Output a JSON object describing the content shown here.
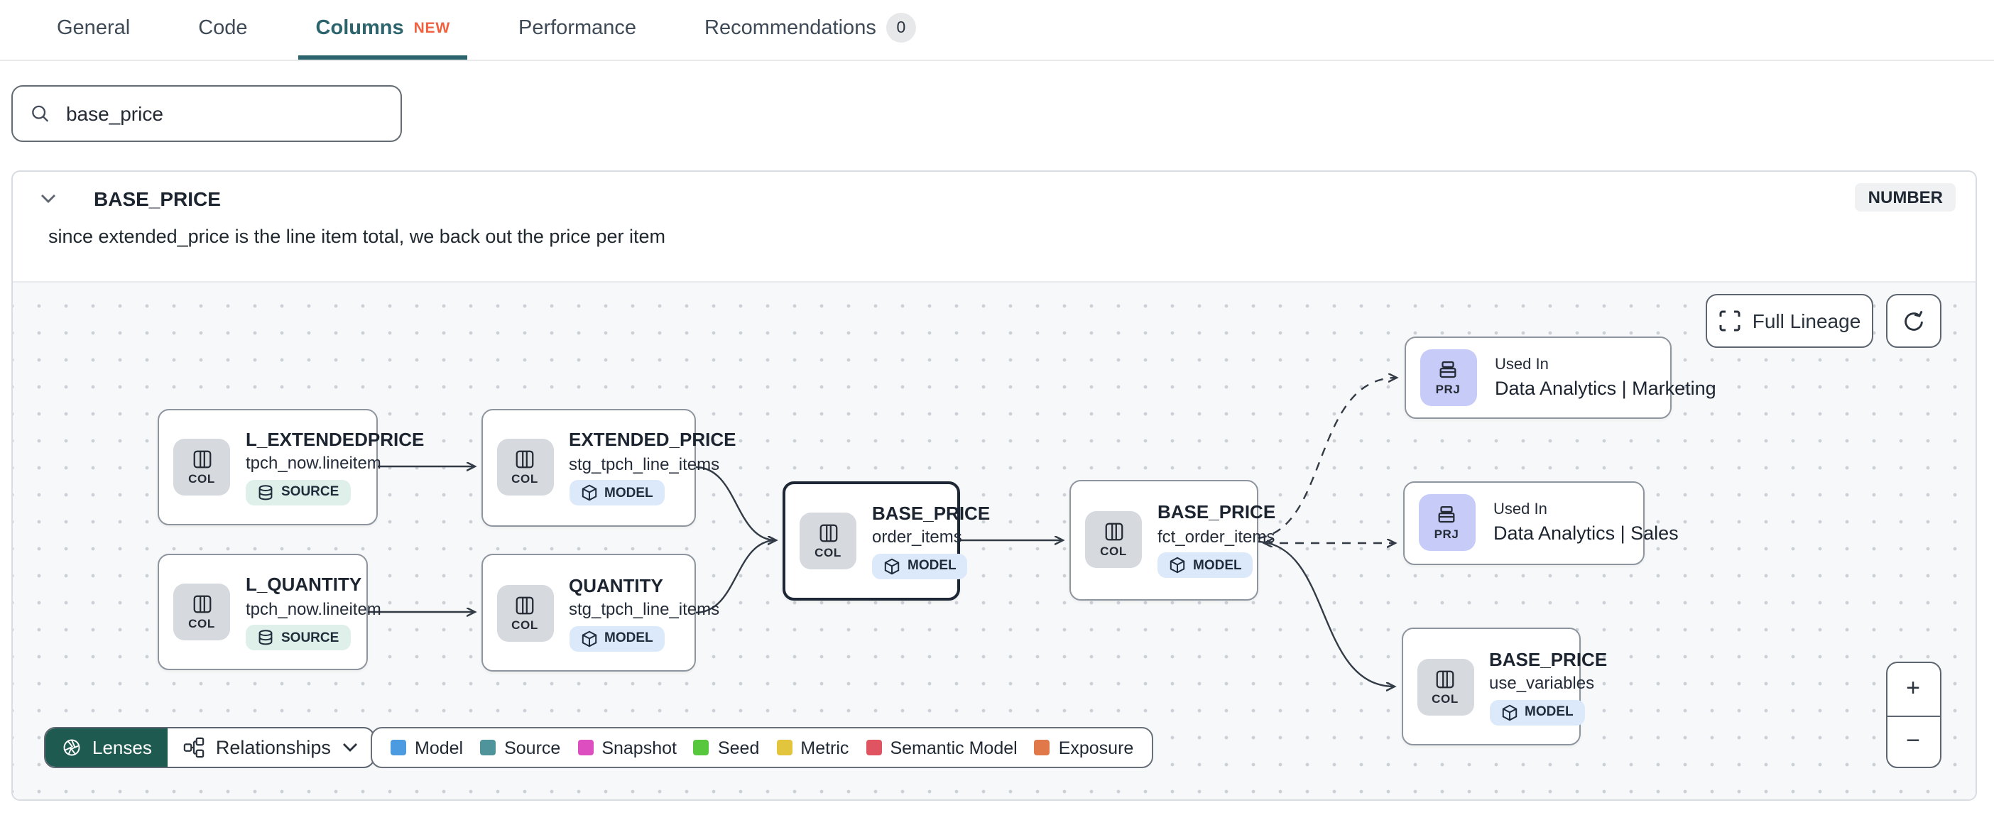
{
  "tabs": {
    "items": [
      {
        "label": "General"
      },
      {
        "label": "Code"
      },
      {
        "label": "Columns",
        "badge": "NEW",
        "active": true
      },
      {
        "label": "Performance"
      },
      {
        "label": "Recommendations",
        "count": "0"
      }
    ]
  },
  "search": {
    "value": "base_price"
  },
  "column_card": {
    "name": "BASE_PRICE",
    "type_badge": "NUMBER",
    "description": "since extended_price is the line item total, we back out the price per item"
  },
  "lineage": {
    "controls": {
      "full_lineage_label": "Full Lineage",
      "zoom_in": "+",
      "zoom_out": "−"
    },
    "toolbar": {
      "lenses_label": "Lenses",
      "relationships_label": "Relationships"
    },
    "legend": [
      {
        "label": "Model",
        "color": "#4c9be0"
      },
      {
        "label": "Source",
        "color": "#4f949b"
      },
      {
        "label": "Snapshot",
        "color": "#dd4ec1"
      },
      {
        "label": "Seed",
        "color": "#57c83e"
      },
      {
        "label": "Metric",
        "color": "#e3c53d"
      },
      {
        "label": "Semantic Model",
        "color": "#e05462"
      },
      {
        "label": "Exposure",
        "color": "#e0784a"
      }
    ],
    "nodes": [
      {
        "kind": "COL",
        "title": "L_EXTENDEDPRICE",
        "subtitle": "tpch_now.lineitem",
        "badge": "SOURCE"
      },
      {
        "kind": "COL",
        "title": "EXTENDED_PRICE",
        "subtitle": "stg_tpch_line_items",
        "badge": "MODEL"
      },
      {
        "kind": "COL",
        "title": "L_QUANTITY",
        "subtitle": "tpch_now.lineitem",
        "badge": "SOURCE"
      },
      {
        "kind": "COL",
        "title": "QUANTITY",
        "subtitle": "stg_tpch_line_items",
        "badge": "MODEL"
      },
      {
        "kind": "COL",
        "title": "BASE_PRICE",
        "subtitle": "order_items",
        "badge": "MODEL",
        "selected": true
      },
      {
        "kind": "COL",
        "title": "BASE_PRICE",
        "subtitle": "fct_order_items",
        "badge": "MODEL"
      },
      {
        "kind": "PRJ",
        "title": "Used In",
        "subtitle": "Data Analytics | Marketing"
      },
      {
        "kind": "PRJ",
        "title": "Used In",
        "subtitle": "Data Analytics | Sales"
      },
      {
        "kind": "COL",
        "title": "BASE_PRICE",
        "subtitle": "use_variables",
        "badge": "MODEL"
      }
    ],
    "colors": {
      "accent_teal": "#2b646c",
      "new_badge_orange": "#f2603f",
      "lenses_green": "#1f5a50",
      "selected_node_border": "#1d2736"
    }
  }
}
